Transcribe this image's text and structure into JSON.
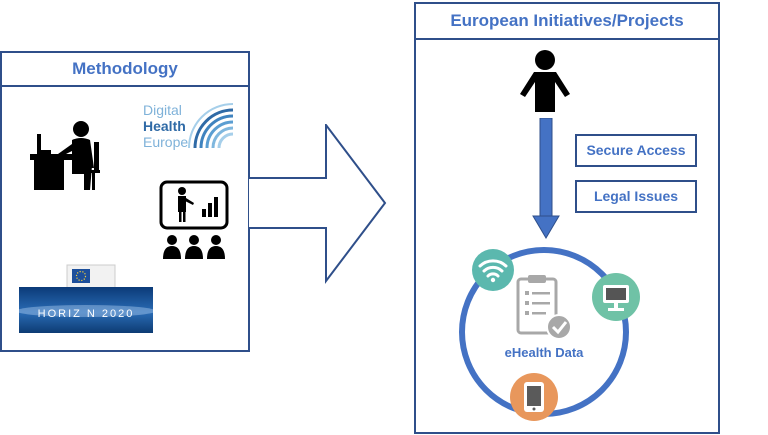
{
  "methodology": {
    "title": "Methodology",
    "dhe_logo": {
      "line1": "Digital",
      "line2": "Health",
      "line3": "Europe"
    },
    "horizon_logo": {
      "text": "HORIZ  N 2020"
    }
  },
  "european": {
    "title": "European Initiatives/Projects",
    "secure_access": "Secure Access",
    "legal_issues": "Legal Issues",
    "ehealth_data": "eHealth Data"
  },
  "colors": {
    "border": "#2f4f8a",
    "accent_text": "#4472c4",
    "arrow_blue": "#4472c4",
    "ring_blue": "#4472c4",
    "wifi_teal": "#5bb8ae",
    "monitor_green": "#6fc2a6",
    "tablet_orange": "#e8975c"
  },
  "icons": [
    "person-at-desk-icon",
    "presentation-audience-icon",
    "person-icon",
    "wifi-icon",
    "monitor-icon",
    "tablet-icon",
    "clipboard-check-icon"
  ]
}
